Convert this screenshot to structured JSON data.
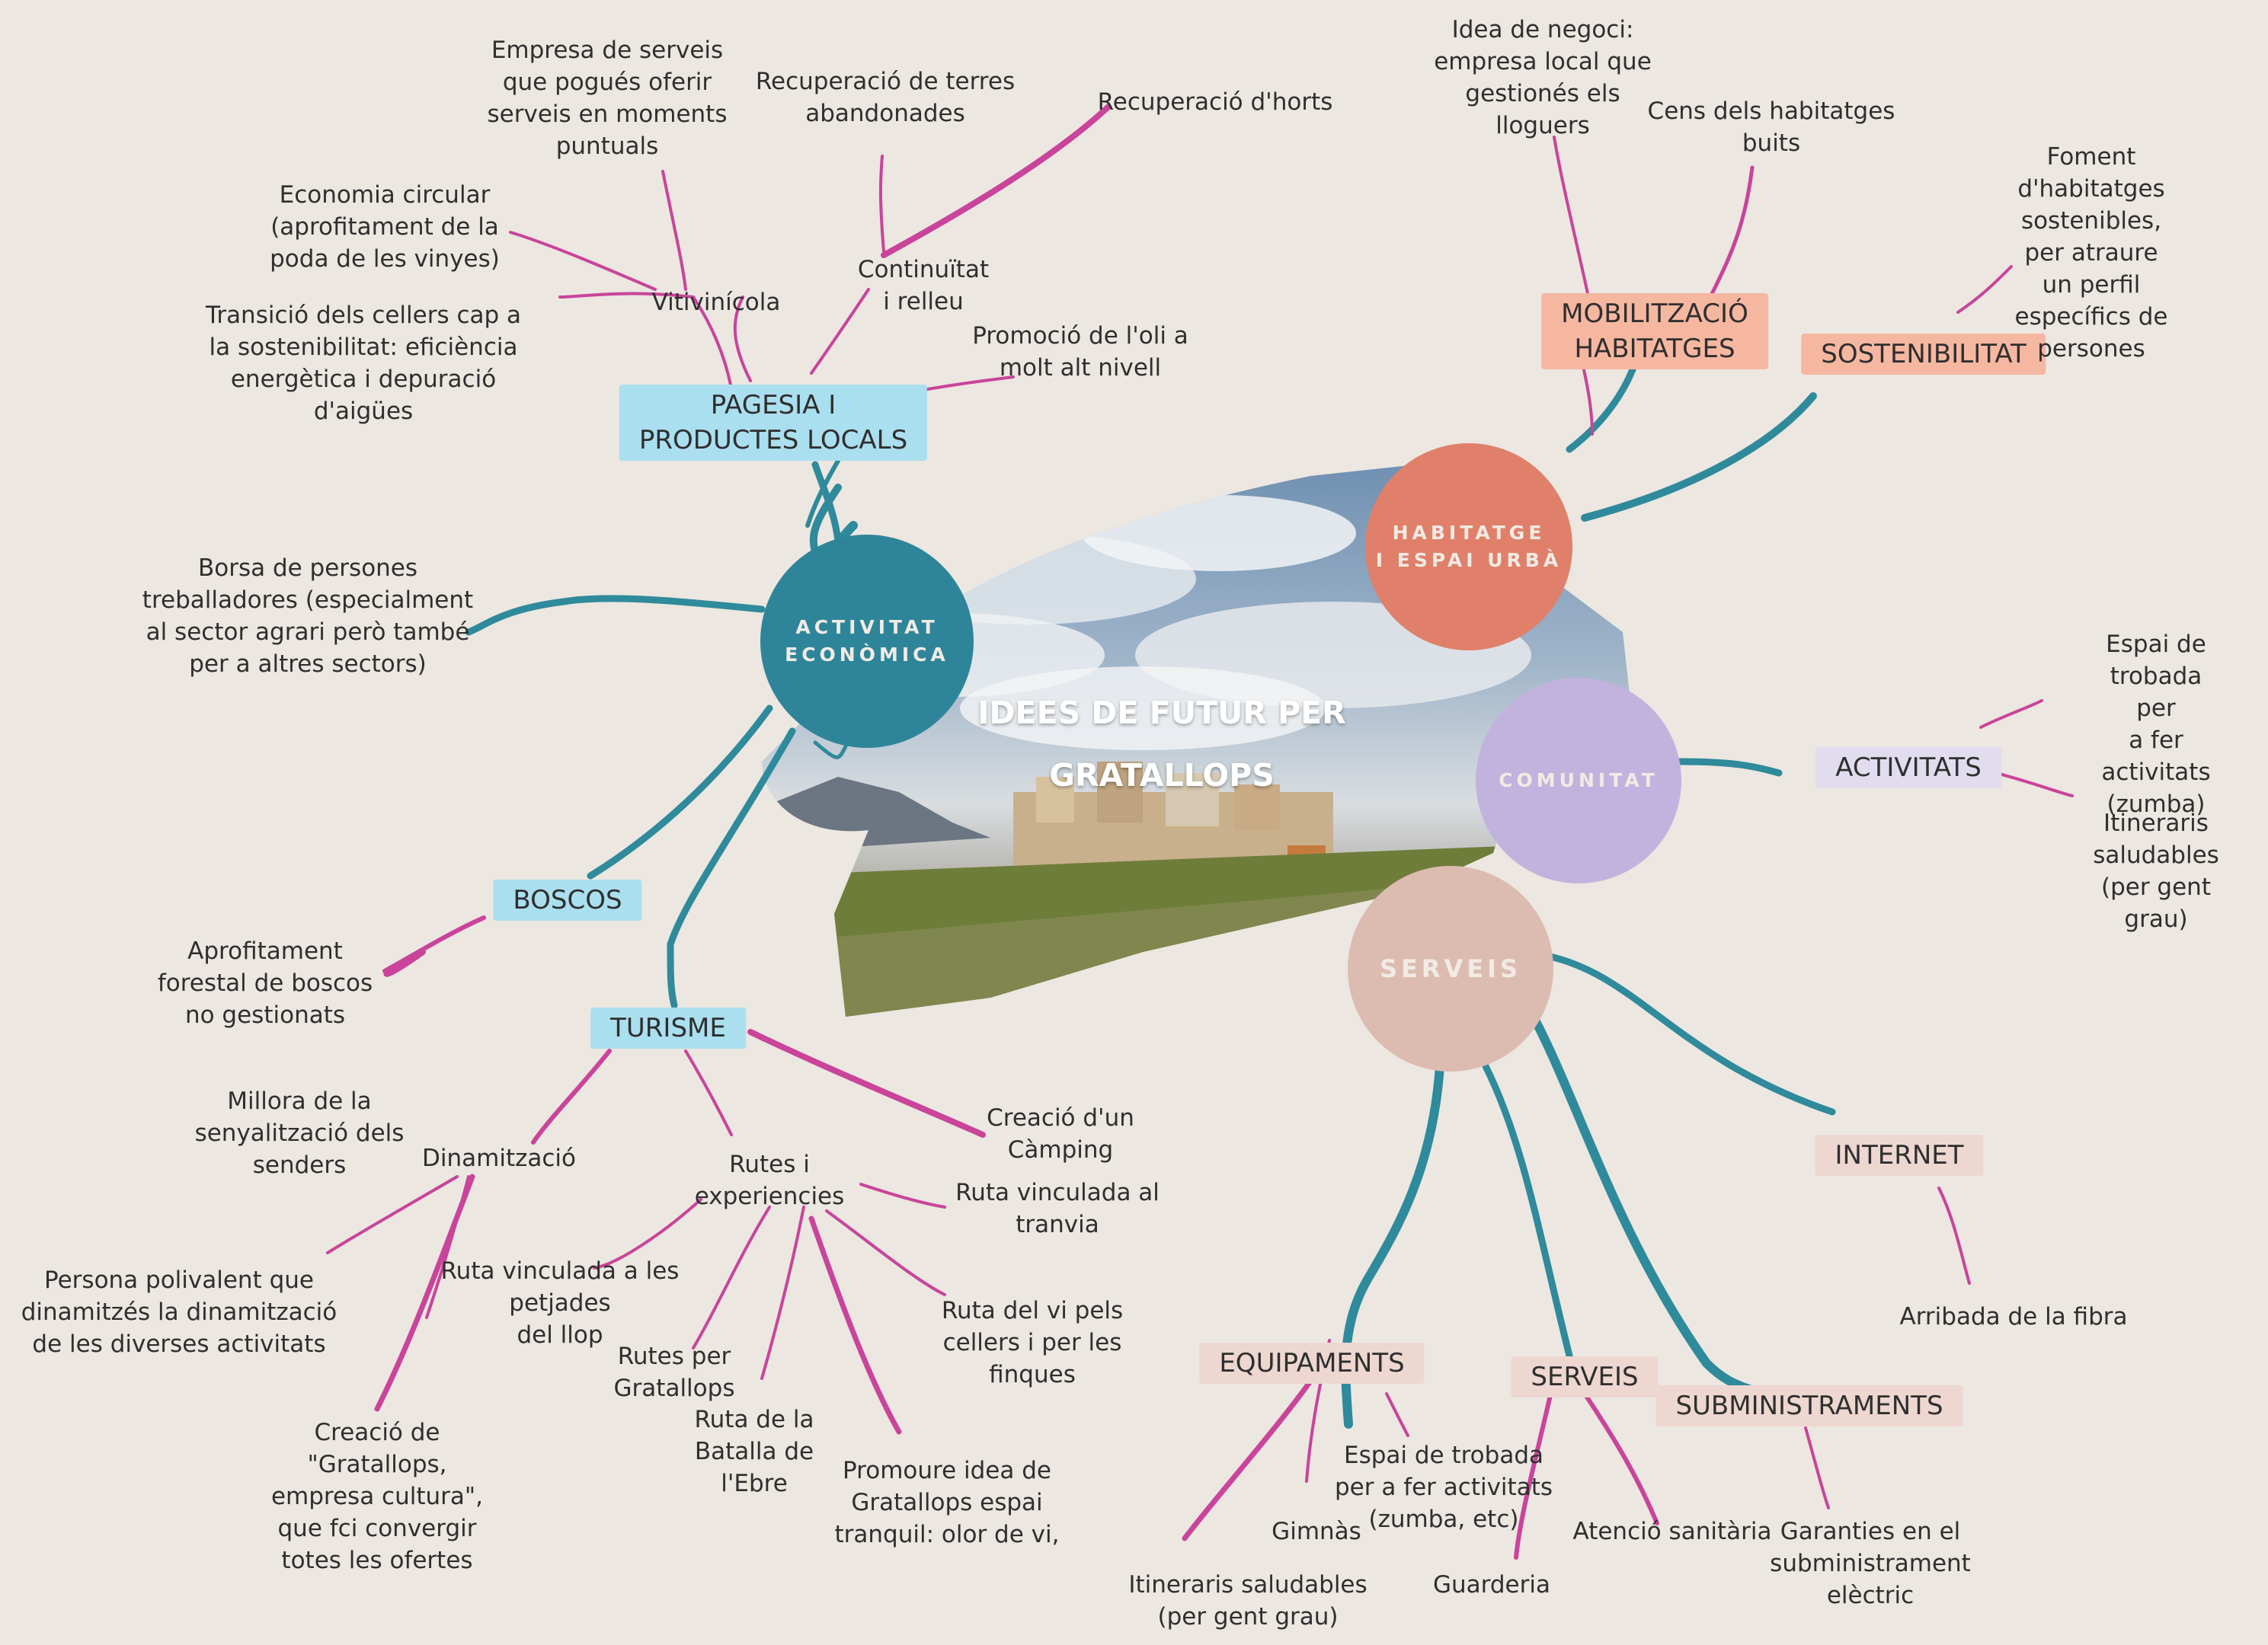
{
  "colors": {
    "background": "#ece7e1",
    "branch_teal": "#2f8a9b",
    "leaf_pink": "#c9449a",
    "hub_activitat": "#2e8599",
    "hub_habitatge": "#e0806a",
    "hub_comunitat": "#c2b3de",
    "hub_serveis": "#dcbcb1",
    "hl_blue": "#aadff0",
    "hl_salmon": "#f6b7a1",
    "hl_lilac": "#e2dcef",
    "hl_pink": "#eed7d1"
  },
  "center": {
    "title": "IDEES DE FUTUR PER\nGRATALLOPS"
  },
  "hubs": {
    "activitat": "ACTIVITAT\nECONÒMICA",
    "habitatge": "HABITATGE\nI ESPAI URBÀ",
    "comunitat": "COMUNITAT",
    "serveis": "SERVEIS"
  },
  "categories": {
    "pagesia": "PAGESIA I\nPRODUCTES LOCALS",
    "boscos": "BOSCOS",
    "turisme": "TURISME",
    "mobilitzacio": "MOBILITZACIÓ\nHABITATGES",
    "sostenibilitat": "SOSTENIBILITAT",
    "activitats": "ACTIVITATS",
    "internet": "INTERNET",
    "equipaments": "EQUIPAMENTS",
    "serveis": "SERVEIS",
    "subministraments": "SUBMINISTRAMENTS"
  },
  "labels": {
    "vitivinicola": "Vitivinícola",
    "continuitat": "Continuïtat\ni relleu",
    "dinamitzacio": "Dinamització",
    "rutes": "Rutes i\nexperiencies",
    "empresa_serveis": "Empresa de serveis\nque pogués oferir\nserveis en moments\npuntuals",
    "recuperacio_terres": "Recuperació de terres\nabandonades",
    "recuperacio_horts": "Recuperació d'horts",
    "economia_circular": "Economia circular\n(aprofitament de la\npoda de les vinyes)",
    "transicio": "Transició dels cellers cap a\nla sostenibilitat: eficiència\nenergètica i depuració\nd'aigües",
    "oli": "Promoció de l'oli a\nmolt alt nivell",
    "borsa": "Borsa de persones\ntreballadores (especialment\nal sector agrari però també\nper a altres sectors)",
    "aprofitament_forestal": "Aprofitament\nforestal de boscos\nno gestionats",
    "senyalitzacio": "Millora de la\nsenyalització dels\nsenders",
    "persona_polivalent": "Persona polivalent que\ndinamitzés la dinamització\nde les diverses activitats",
    "empresa_cultura": "Creació de\n\"Gratallops,\nempresa cultura\",\nque fci convergir\ntotes les ofertes",
    "camping": "Creació d'un\nCàmping",
    "ruta_tranvia": "Ruta vinculada al\ntranvia",
    "ruta_llop": "Ruta vinculada a les\npetjades\ndel llop",
    "rutes_gratallops": "Rutes per\nGratallops",
    "ruta_batalla": "Ruta de la\nBatalla de\nl'Ebre",
    "promoure": "Promoure idea de\nGratallops espai\ntranquil: olor de vi,",
    "ruta_vi": "Ruta del vi pels\ncellers i per les\nfinques",
    "idea_negoci": "Idea de negoci:\nempresa local que\ngestionés  els\nlloguers",
    "cens": "Cens dels habitatges\nbuits",
    "foment": "Foment d'habitatges\nsostenibles, per atraure\nun perfil específics de\npersones",
    "espai_trobada_com": "Espai de trobada per\na fer activitats\n(zumba)",
    "itineraris_com": "Itineraris saludables\n(per gent grau)",
    "fibra": "Arribada de la fibra",
    "gimnas": "Gimnàs",
    "espai_trobada_eq": "Espai de trobada\nper a fer activitats\n(zumba, etc)",
    "itineraris_eq": "Itineraris saludables\n(per gent grau)",
    "guarderia": "Guarderia",
    "atencio": "Atenció sanitària",
    "garanties": "Garanties en el\nsubministrament\nelèctric"
  }
}
